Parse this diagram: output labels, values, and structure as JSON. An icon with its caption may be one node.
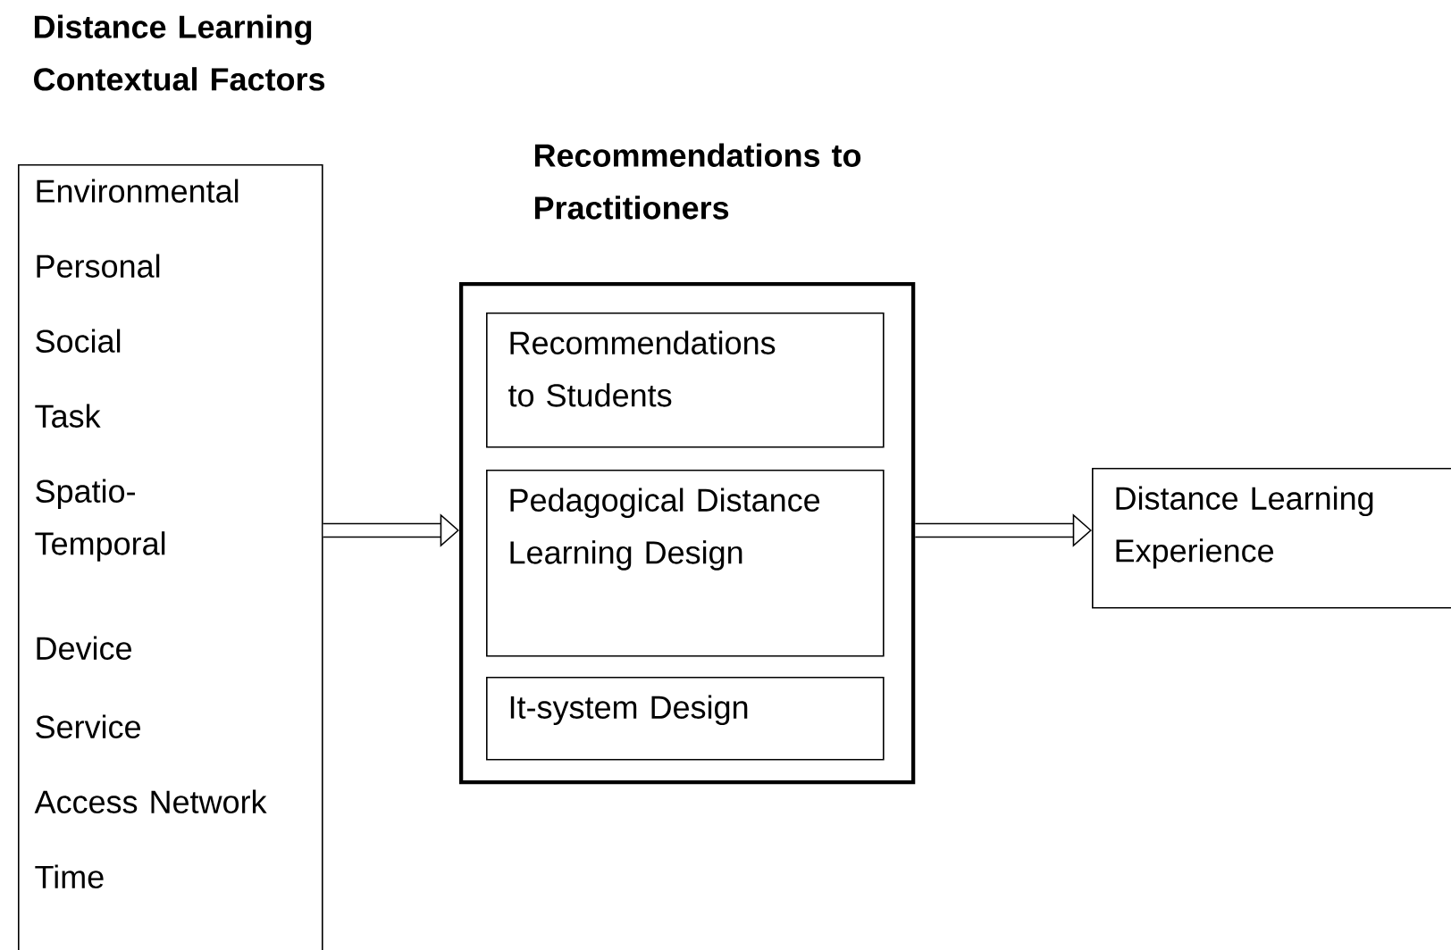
{
  "diagram": {
    "nodes": [
      {
        "text": [
          "Distance Learning Contextual Factors",
          "Environmental",
          "Personal",
          "Social",
          "Task",
          "Spatio-Temporal",
          "Device",
          "Service",
          "Access Network",
          "Time"
        ]
      },
      {
        "text": [
          "Recommendations to Practitioners"
        ]
      },
      {
        "text": [
          "Recommendations to Students"
        ],
        "in": 1
      },
      {
        "text": [
          "Pedagogical Distance Learning Design"
        ],
        "in": 1
      },
      {
        "text": [
          "It-system Design"
        ],
        "in": 1
      },
      {
        "text": [
          "Distance Learning Experience"
        ]
      }
    ],
    "edges": [
      {
        "from": 0,
        "to": 1,
        "arrow": "to"
      },
      {
        "from": 1,
        "to": 5,
        "arrow": "to"
      }
    ]
  }
}
